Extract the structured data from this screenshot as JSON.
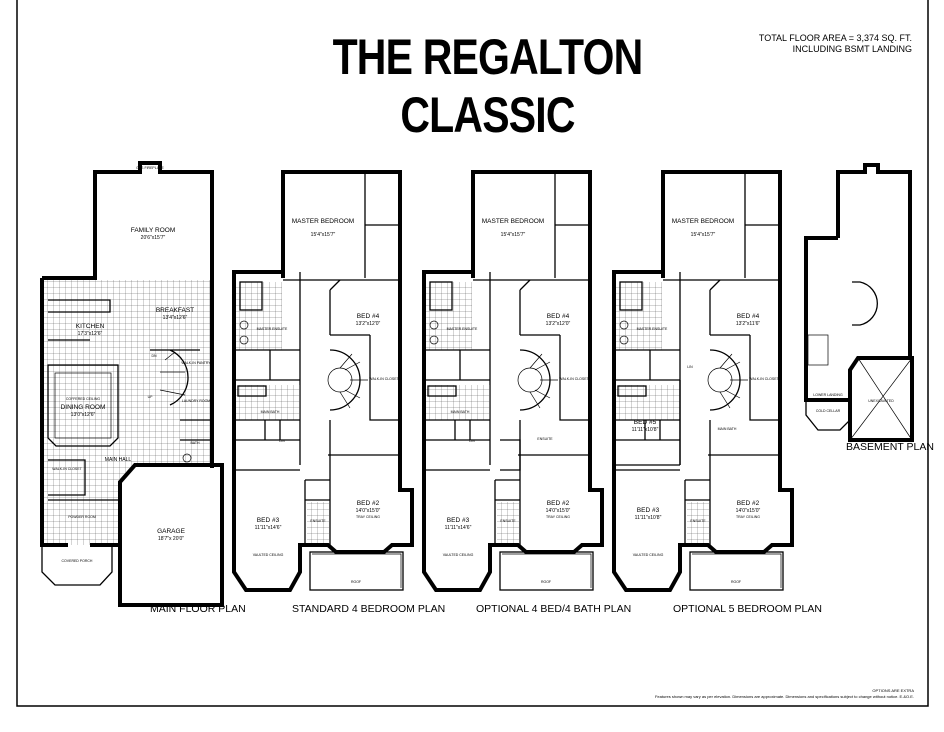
{
  "title": "THE REGALTON CLASSIC",
  "total_area": {
    "line1": "TOTAL FLOOR AREA = 3,374 SQ. FT.",
    "line2": "INCLUDING BSMT LANDING"
  },
  "plans": {
    "main": {
      "label": "MAIN FLOOR PLAN",
      "fireplace": "GAS FIREPLACE",
      "family_room": {
        "name": "FAMILY ROOM",
        "dim": "20'6\"x15'7\""
      },
      "breakfast": {
        "name": "BREAKFAST",
        "dim": "13'4\"x12'6\""
      },
      "kitchen": {
        "name": "KITCHEN",
        "dim": "17'3\"x12'6\""
      },
      "dining": {
        "note": "COFFERED CEILING",
        "name": "DINING ROOM",
        "dim": "13'0\"x12'6\""
      },
      "main_hall": "MAIN HALL",
      "garage": {
        "name": "GARAGE",
        "dim": "18'7\"x 20'0\""
      },
      "porch": "COVERED PORCH",
      "walkin": "WALK-IN CLOSET",
      "laundry": "LAUNDRY ROOM",
      "pantry": "WALK-IN PANTRY",
      "powder": "POWDER ROOM",
      "bath": "BATH",
      "up": "UP",
      "dn": "DN"
    },
    "standard": {
      "label": "STANDARD 4 BEDROOM PLAN",
      "master": {
        "name": "MASTER BEDROOM",
        "dim": "15'4\"x15'7\""
      },
      "bed4": {
        "name": "BED #4",
        "dim": "13'2\"x12'0\""
      },
      "bed2": {
        "name": "BED #2",
        "dim": "14'0\"x15'0\"",
        "note": "TRAY CEILING"
      },
      "bed3": {
        "name": "BED #3",
        "dim": "11'11\"x14'6\"",
        "note": "VAULTED CEILING"
      },
      "ensuite": "MASTER ENSUITE",
      "main_bath": "MAIN BATH",
      "ensuite2": "ENSUITE",
      "walkin": "WALK-IN CLOSET",
      "lin": "LIN",
      "roof": "ROOF"
    },
    "optional_bath": {
      "label": "OPTIONAL 4 BED/4 BATH PLAN",
      "master": {
        "name": "MASTER BEDROOM",
        "dim": "15'4\"x15'7\""
      },
      "bed4": {
        "name": "BED #4",
        "dim": "13'2\"x12'0\""
      },
      "bed2": {
        "name": "BED #2",
        "dim": "14'0\"x15'0\"",
        "note": "TRAY CEILING"
      },
      "bed3": {
        "name": "BED #3",
        "dim": "11'11\"x14'6\"",
        "note": "VAULTED CEILING"
      },
      "ensuite": "MASTER ENSUITE",
      "main_bath": "MAIN BATH",
      "ensuite2": "ENSUITE",
      "ensuite3": "ENSUITE",
      "walkin": "WALK-IN CLOSET",
      "lin": "LIN",
      "roof": "ROOF"
    },
    "optional_5bed": {
      "label": "OPTIONAL 5 BEDROOM PLAN",
      "master": {
        "name": "MASTER BEDROOM",
        "dim": "15'4\"x15'7\""
      },
      "bed4": {
        "name": "BED #4",
        "dim": "13'2\"x11'6\""
      },
      "bed5": {
        "name": "BED #5",
        "dim": "11'11\"x10'8\""
      },
      "bed2": {
        "name": "BED #2",
        "dim": "14'0\"x15'0\"",
        "note": "TRAY CEILING"
      },
      "bed3": {
        "name": "BED #3",
        "dim": "11'11\"x10'8\"",
        "note": "VAULTED CEILING"
      },
      "ensuite": "MASTER ENSUITE",
      "main_bath": "MAIN BATH",
      "ensuite2": "ENSUITE",
      "walkin": "WALK-IN CLOSET",
      "lin": "LIN",
      "roof": "ROOF"
    },
    "basement": {
      "label": "BASEMENT PLAN",
      "unexcavated": "UNEXCAVATED",
      "landing": "LOWER LANDING",
      "cold": "COLD CELLAR"
    }
  },
  "footer": {
    "line1": "OPTIONS ARE EXTRA",
    "line2": "Features shown may vary as per elevation. Dimensions are approximate. Dimensions and specifications subject to change without notice. E.&O.E."
  }
}
